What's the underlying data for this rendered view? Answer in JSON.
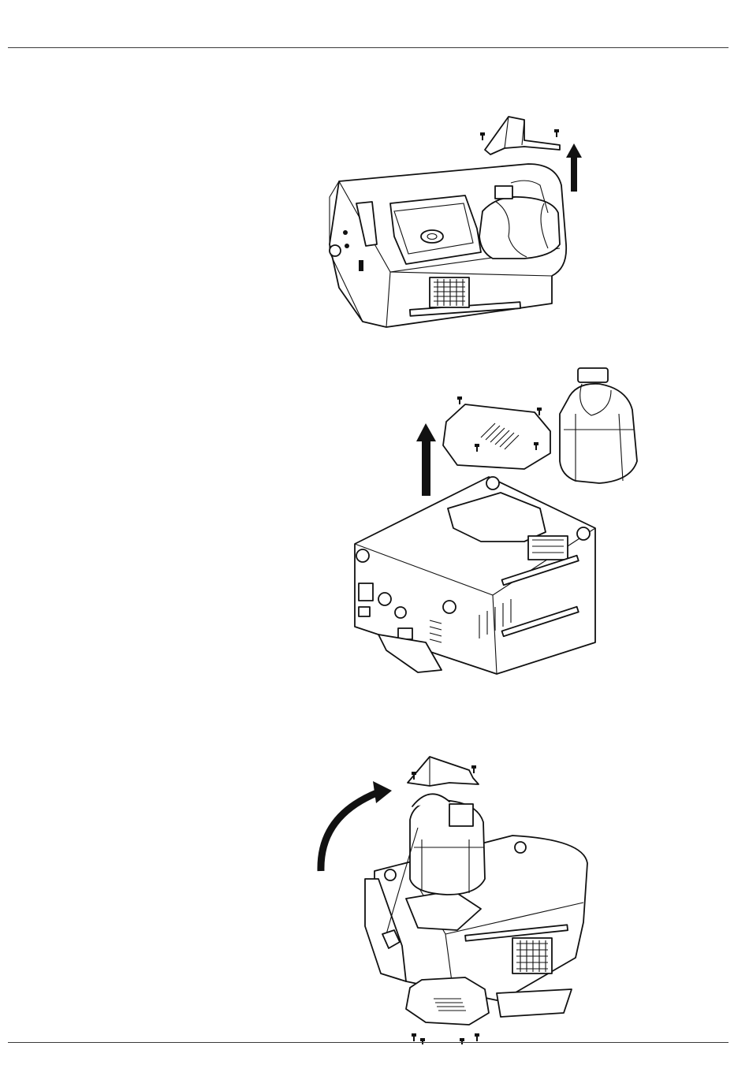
{
  "page": {
    "background": "#ffffff",
    "rule_color": "#3a3a3a",
    "figures": [
      {
        "id": "step-1",
        "description_icon": "remove-tank-bracket-illustration"
      },
      {
        "id": "step-2",
        "description_icon": "remove-bottom-cover-illustration"
      },
      {
        "id": "step-3",
        "description_icon": "mount-tank-upright-illustration"
      }
    ]
  }
}
